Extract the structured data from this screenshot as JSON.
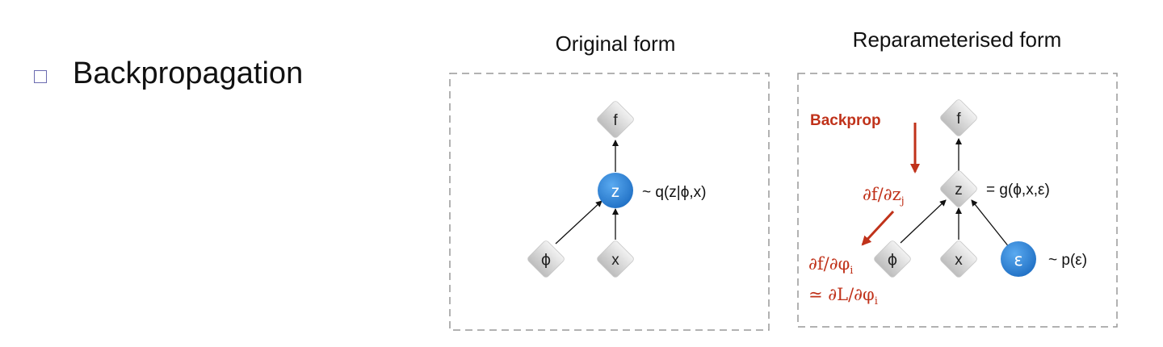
{
  "bullet": {
    "text": "Backpropagation"
  },
  "panels": {
    "original": {
      "title": "Original form",
      "nodes": {
        "f": "f",
        "z": "z",
        "phi": "ϕ",
        "x": "x"
      },
      "z_annotation": "~ q(z|ϕ,x)"
    },
    "reparam": {
      "title": "Reparameterised form",
      "nodes": {
        "f": "f",
        "z": "z",
        "phi": "ϕ",
        "x": "x",
        "eps": "ε"
      },
      "z_annotation": "= g(ϕ,x,ε)",
      "eps_annotation": "~ p(ε)",
      "backprop_label": "Backprop",
      "grad_z": {
        "main": "∂f/∂z",
        "sub": "j"
      },
      "grad_phi": {
        "main": "∂f/∂φ",
        "sub": "i"
      },
      "approx": {
        "main": "≃ ∂L/∂φ",
        "sub": "i"
      }
    }
  },
  "colors": {
    "accent_red": "#c0321a",
    "node_blue": "#2c82d8",
    "node_gray": "#d9d9d9",
    "dash": "#999999"
  }
}
